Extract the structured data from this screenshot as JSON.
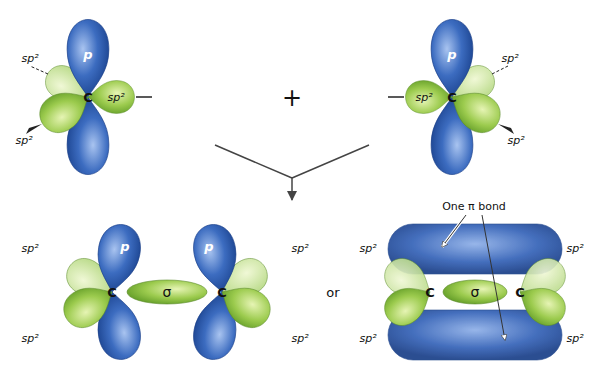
{
  "diagram": {
    "labels": [
      "p",
      "sp²",
      "sp²",
      "sp²",
      "C",
      "+",
      "p",
      "sp²",
      "sp²",
      "sp²",
      "C",
      "p",
      "p",
      "sp²",
      "sp²",
      "sp²",
      "sp²",
      "C",
      "σ",
      "C",
      "or",
      "One π bond",
      "sp²",
      "sp²",
      "sp²",
      "sp²",
      "C",
      "σ",
      "C"
    ]
  }
}
